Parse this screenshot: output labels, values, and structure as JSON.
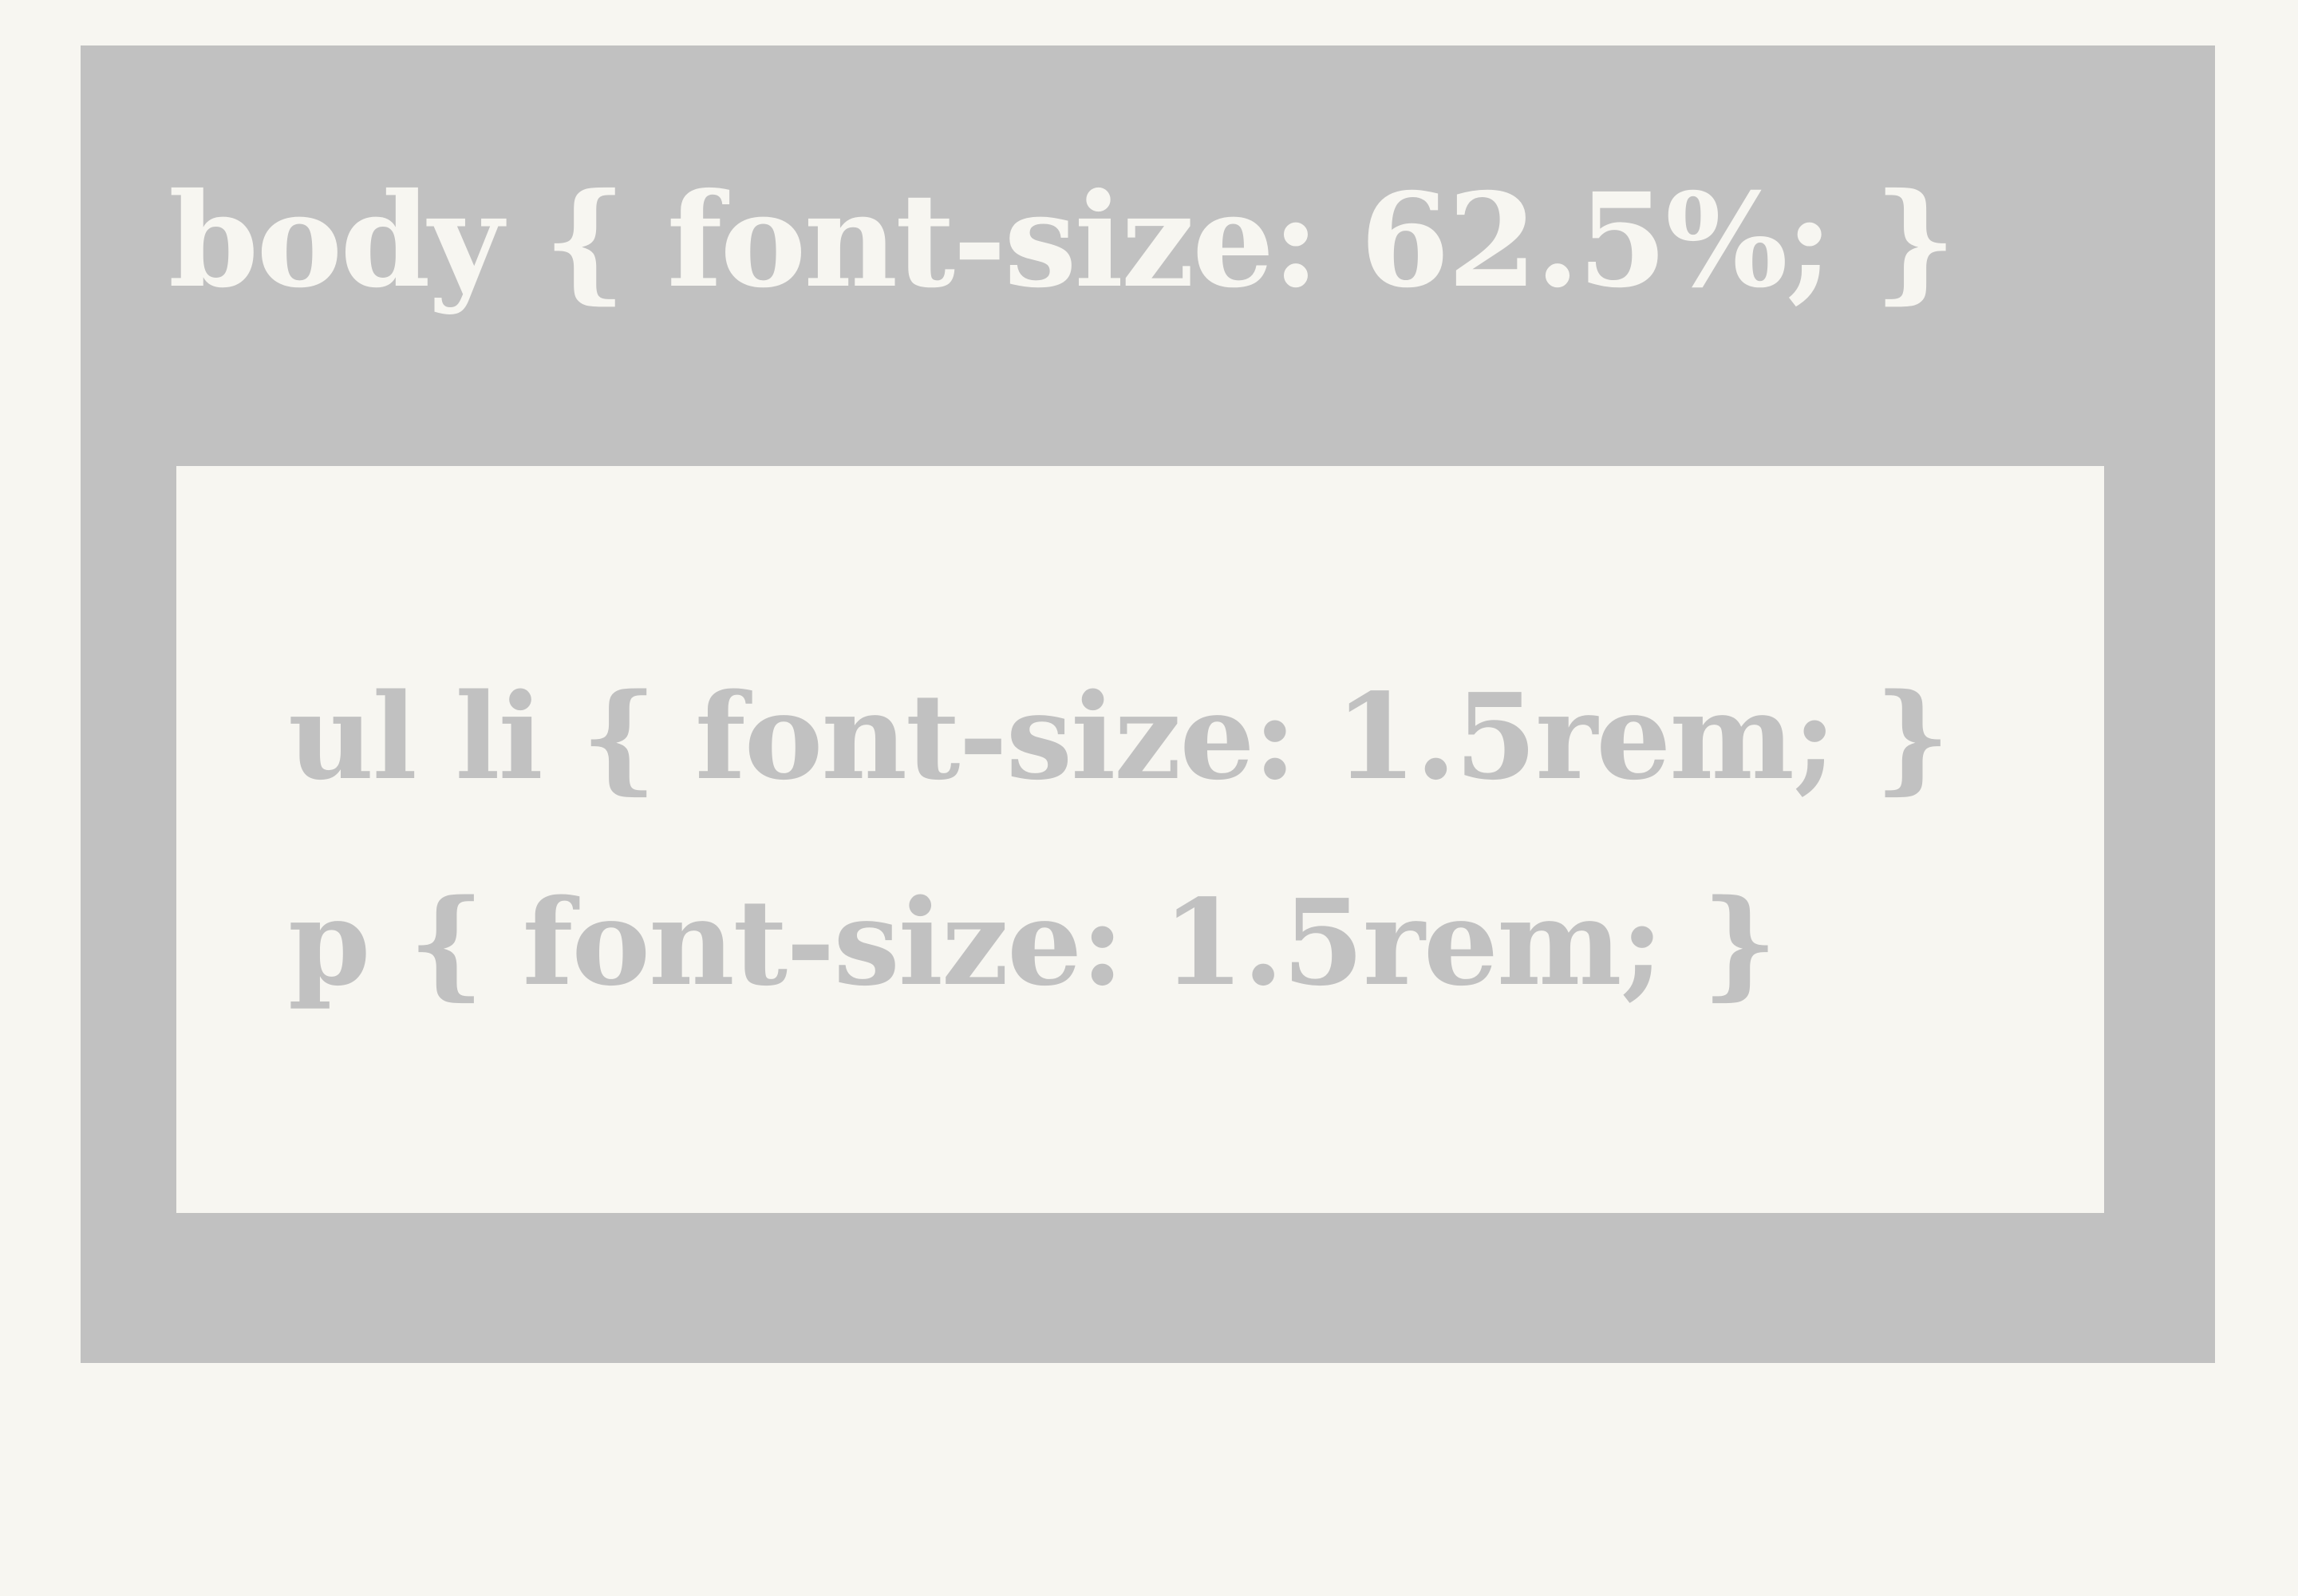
{
  "outer": {
    "rule": "body { font-size: 62.5%; }"
  },
  "inner": {
    "rules": [
      "ul li { font-size: 1.5rem; }",
      "p { font-size: 1.5rem; }"
    ]
  },
  "colors": {
    "background": "#f7f6f1",
    "outer_box": "#c1c1c1",
    "outer_text": "#f7f6f1",
    "inner_box": "#f7f6f1",
    "inner_text": "#c1c1c1"
  }
}
